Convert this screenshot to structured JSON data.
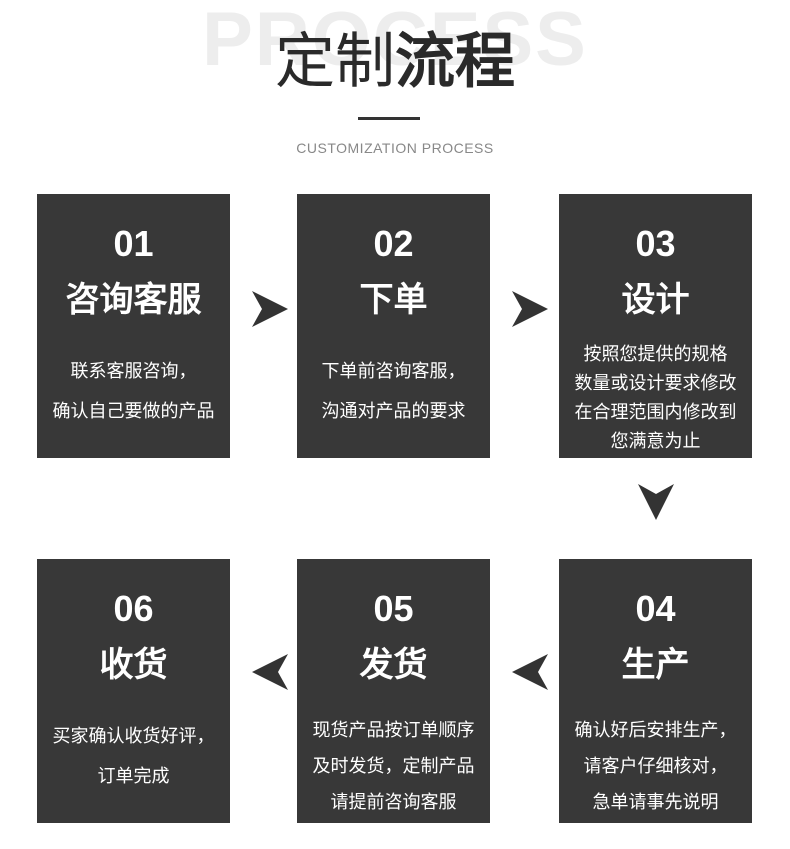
{
  "header": {
    "background_word": "PROCESS",
    "title_light": "定制",
    "title_bold": "流程",
    "subtitle": "CUSTOMIZATION PROCESS"
  },
  "steps": [
    {
      "num": "01",
      "name": "咨询客服",
      "lines": [
        "联系客服咨询，",
        "确认自己要做的产品"
      ]
    },
    {
      "num": "02",
      "name": "下单",
      "lines": [
        "下单前咨询客服，",
        "沟通对产品的要求"
      ]
    },
    {
      "num": "03",
      "name": "设计",
      "lines": [
        "按照您提供的规格",
        "数量或设计要求修改",
        "在合理范围内修改到",
        "您满意为止"
      ]
    },
    {
      "num": "04",
      "name": "生产",
      "lines": [
        "确认好后安排生产，",
        "请客户仔细核对，",
        "急单请事先说明"
      ]
    },
    {
      "num": "05",
      "name": "发货",
      "lines": [
        "现货产品按订单顺序",
        "及时发货，定制产品",
        "请提前咨询客服"
      ]
    },
    {
      "num": "06",
      "name": "收货",
      "lines": [
        "买家确认收货好评，",
        "订单完成"
      ]
    }
  ],
  "icons": {
    "arrow": "triangle-arrow-icon"
  },
  "colors": {
    "card_bg": "#383838",
    "arrow": "#333333",
    "background_word": "#ededed"
  }
}
